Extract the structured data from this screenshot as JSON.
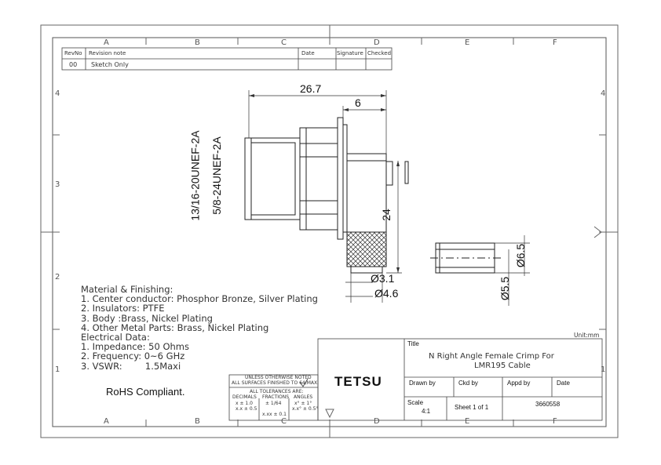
{
  "revision_table": {
    "headers": [
      "RevNo",
      "Revision note",
      "Date",
      "Signature",
      "Checked"
    ],
    "rows": [
      [
        "00",
        "Sketch Only",
        "",
        "",
        ""
      ]
    ]
  },
  "grid": {
    "columns": [
      "A",
      "B",
      "C",
      "D",
      "E",
      "F"
    ],
    "rows": [
      "4",
      "3",
      "2",
      "1"
    ]
  },
  "dimensions": {
    "overall_length": "26.7",
    "flange_offset": "6",
    "thread_outer": "13/16-20UNEF-2A",
    "thread_inner": "5/8-24UNEF-2A",
    "height": "24",
    "dia_small": "Ø3.1",
    "dia_large": "Ø4.6",
    "ferrule_outer": "Ø6.5",
    "ferrule_inner": "Ø5.5"
  },
  "notes": [
    "Material & Finishing:",
    "1. Center conductor: Phosphor Bronze, Silver Plating",
    "2. Insulators: PTFE",
    "3. Body :Brass, Nickel Plating",
    "4. Other Metal Parts: Brass, Nickel Plating",
    "Electrical Data:",
    "1. Impedance: 50 Ohms",
    "2. Frequency: 0~6 GHz",
    "3. VSWR:        1.5Maxi"
  ],
  "compliance": "RoHS Compliant.",
  "units": "Unit:mm",
  "tolerances": {
    "line1": "UNLESS OTHERWISE NOTED",
    "line2": "ALL SURFACES FINISHED TO 64/MAX.",
    "line3": "ALL TOLERANCES ARE:",
    "col1_head": "DECIMALS",
    "col2_head": "FRACTIONS",
    "col3_head": "ANGLES",
    "col1_a": "x ± 1.0",
    "col1_b": "x.x ± 0.5",
    "col2_a": "± 1/64",
    "col2_b": "x.xx ± 0.1",
    "col3_a": "x° ± 1°",
    "col3_b": "x.x° ± 0.5°"
  },
  "title_block": {
    "title_label": "Title",
    "title_line1": "N Right Angle Female Crimp For",
    "title_line2": "LMR195 Cable",
    "company": "TETSU",
    "drawn_by": "Drawn by",
    "ckd_by": "Ckd by",
    "appd_by": "Appd by",
    "date": "Date",
    "scale_label": "Scale",
    "scale_value": "4:1",
    "sheet": "Sheet 1 of 1",
    "part_number": "3660558"
  }
}
